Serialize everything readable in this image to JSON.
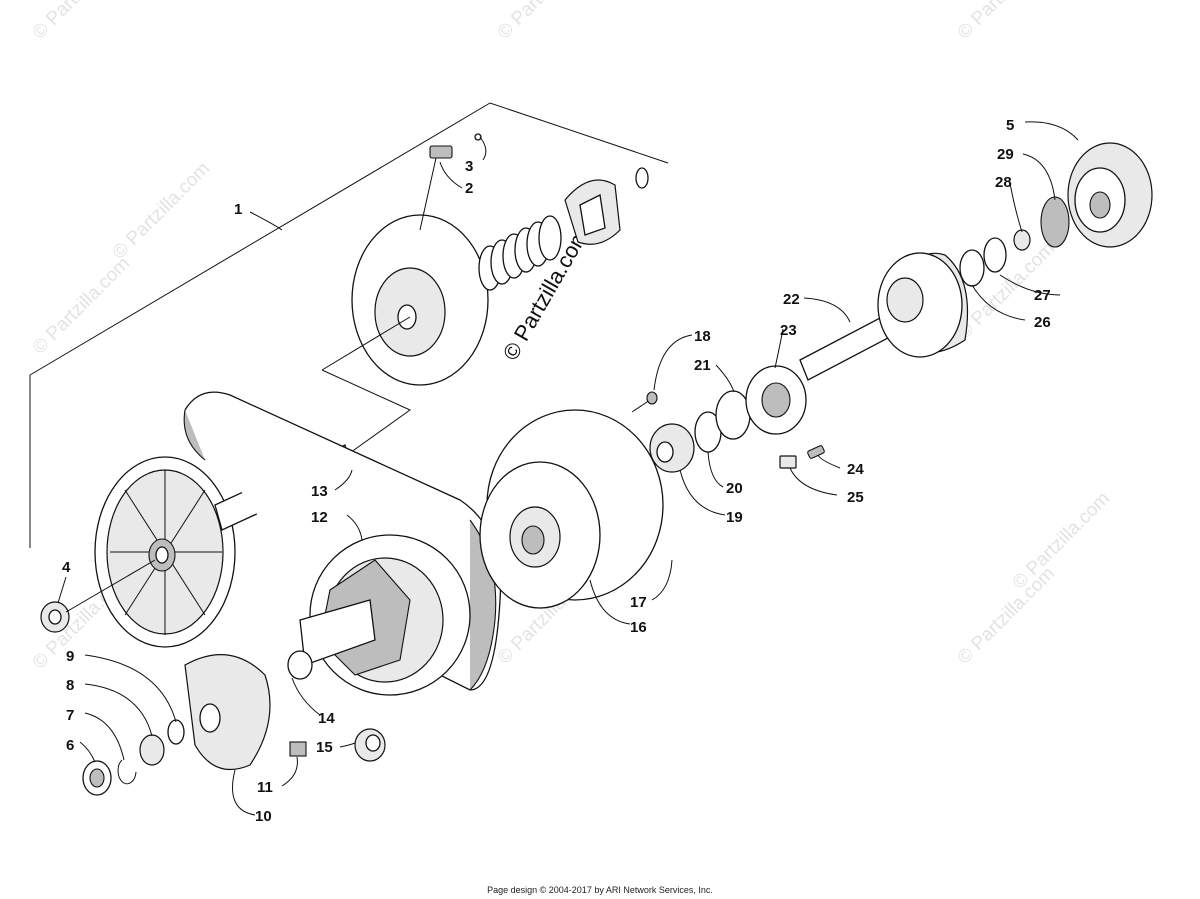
{
  "watermarks": {
    "small": "© Partzilla.com",
    "center": "© Partzilla.com"
  },
  "callouts": {
    "c1": "1",
    "c2": "2",
    "c3": "3",
    "c4": "4",
    "c5": "5",
    "c6": "6",
    "c7": "7",
    "c8": "8",
    "c9": "9",
    "c10": "10",
    "c11": "11",
    "c12": "12",
    "c13": "13",
    "c14": "14",
    "c15": "15",
    "c16": "16",
    "c17": "17",
    "c18": "18",
    "c19": "19",
    "c20": "20",
    "c21": "21",
    "c22": "22",
    "c23": "23",
    "c24": "24",
    "c25": "25",
    "c26": "26",
    "c27": "27",
    "c28": "28",
    "c29": "29"
  },
  "footer": {
    "text": "Page design © 2004-2017 by ARI Network Services, Inc."
  }
}
